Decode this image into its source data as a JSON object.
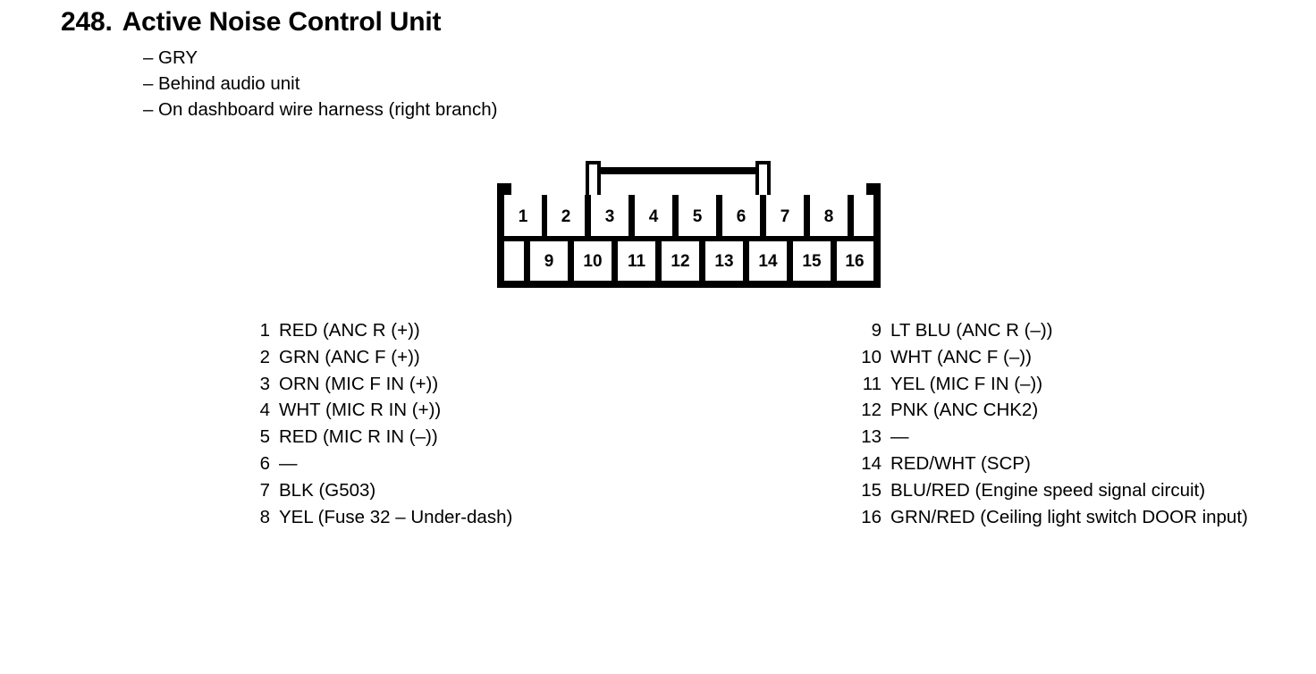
{
  "header": {
    "number": "248.",
    "title": "Active Noise Control Unit",
    "notes": [
      "GRY",
      "Behind audio unit",
      "On dashboard wire harness (right branch)"
    ],
    "bullet": "–"
  },
  "connector": {
    "top_row_pins": [
      "1",
      "2",
      "3",
      "4",
      "5",
      "6",
      "7",
      "8"
    ],
    "bottom_row_pins": [
      "9",
      "10",
      "11",
      "12",
      "13",
      "14",
      "15",
      "16"
    ],
    "stroke_color": "#000000",
    "body_fill": "#ffffff"
  },
  "pins": {
    "left": [
      {
        "num": "1",
        "desc": "RED (ANC R (+))"
      },
      {
        "num": "2",
        "desc": "GRN (ANC F (+))"
      },
      {
        "num": "3",
        "desc": "ORN (MIC F IN (+))"
      },
      {
        "num": "4",
        "desc": "WHT (MIC R IN (+))"
      },
      {
        "num": "5",
        "desc": "RED (MIC R IN (–))"
      },
      {
        "num": "6",
        "desc": "—"
      },
      {
        "num": "7",
        "desc": "BLK (G503)"
      },
      {
        "num": "8",
        "desc": "YEL (Fuse 32 – Under-dash)"
      }
    ],
    "right": [
      {
        "num": "9",
        "desc": "LT BLU (ANC R (–))"
      },
      {
        "num": "10",
        "desc": "WHT (ANC F (–))"
      },
      {
        "num": "11",
        "desc": "YEL (MIC F IN (–))"
      },
      {
        "num": "12",
        "desc": "PNK (ANC CHK2)"
      },
      {
        "num": "13",
        "desc": "—"
      },
      {
        "num": "14",
        "desc": "RED/WHT (SCP)"
      },
      {
        "num": "15",
        "desc": "BLU/RED (Engine speed signal circuit)"
      },
      {
        "num": "16",
        "desc": "GRN/RED (Ceiling light switch DOOR input)"
      }
    ]
  }
}
